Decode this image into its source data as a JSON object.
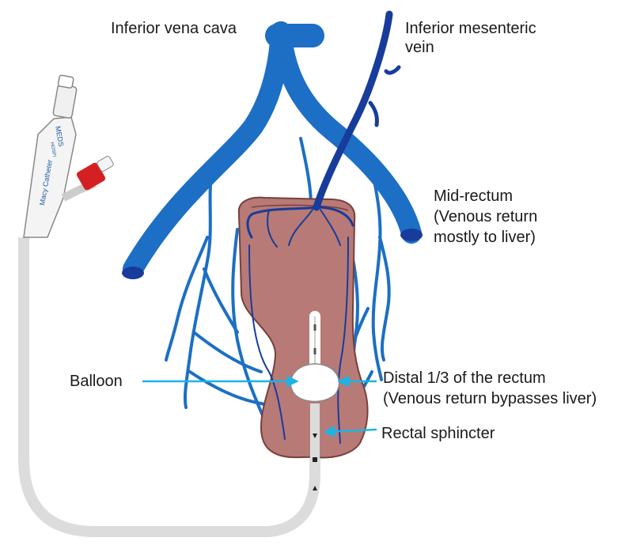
{
  "labels": {
    "inferior_vena_cava": "Inferior vena cava",
    "inferior_mesenteric_vein": [
      "Inferior mesenteric",
      "vein"
    ],
    "mid_rectum": [
      "Mid-rectum",
      "(Venous return",
      "mostly to liver)"
    ],
    "balloon": "Balloon",
    "distal_rectum": [
      "Distal 1/3 of the rectum",
      "(Venous return bypasses liver)"
    ],
    "rectal_sphincter": "Rectal sphincter"
  },
  "catheter": {
    "brand": "MEDS",
    "name": "Macy Catheter",
    "maker_mark": "HOSPI"
  },
  "colors": {
    "vein": "#1c6fc4",
    "vein_dark": "#173c9c",
    "rectum": "#b87a76",
    "rectum_outline": "#7a3e3a",
    "arrow": "#1ab4e6",
    "valve": "#d42020"
  }
}
